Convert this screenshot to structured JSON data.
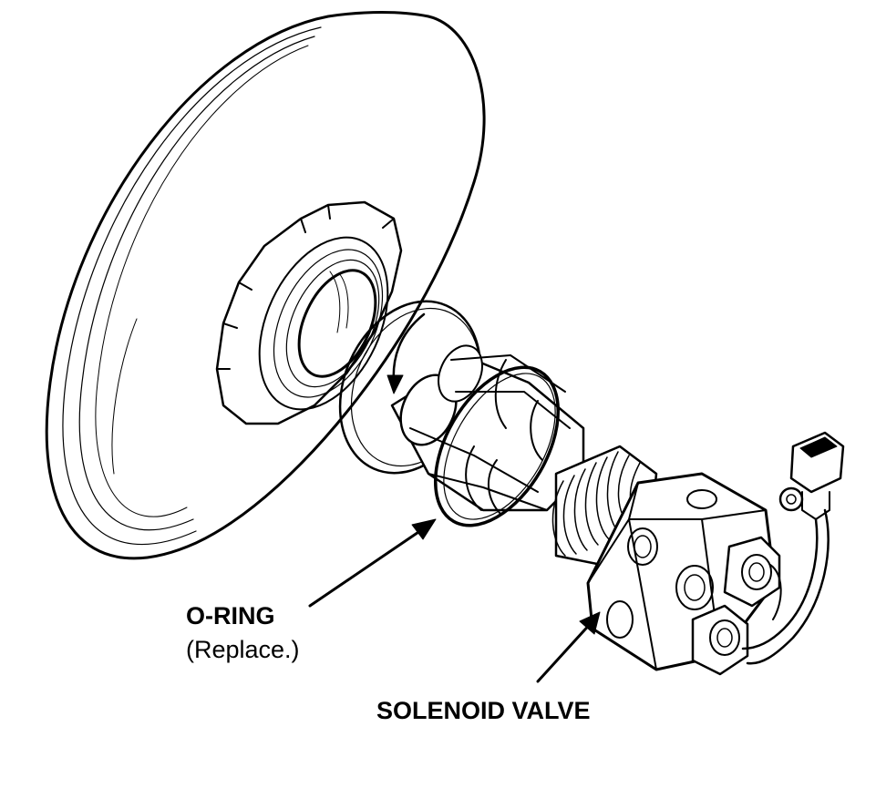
{
  "labels": {
    "oring_title": "O-RING",
    "oring_note": "(Replace.)",
    "valve_title": "SOLENOID VALVE"
  },
  "colors": {
    "ink": "#000000",
    "paper": "#ffffff"
  }
}
